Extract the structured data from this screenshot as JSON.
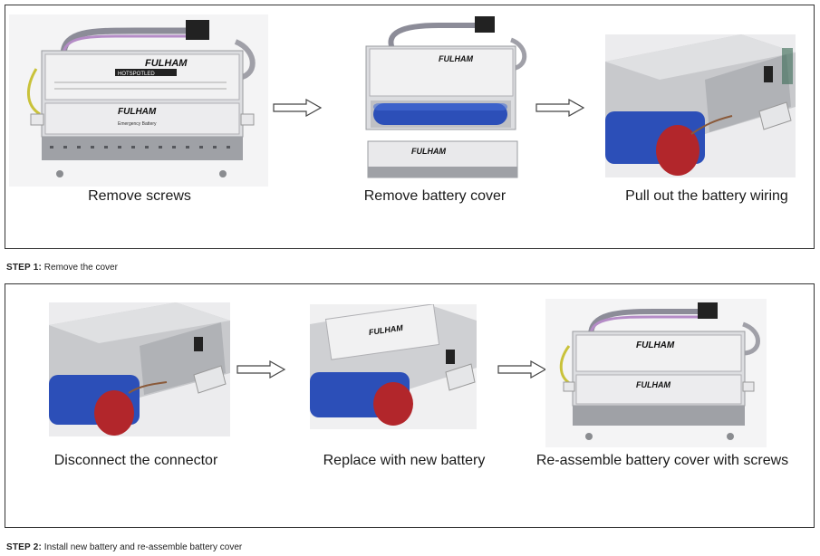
{
  "step1": {
    "caption_prefix": "STEP 1:",
    "caption_text": "Remove the cover",
    "items": [
      {
        "label": "Remove screws"
      },
      {
        "label": "Remove battery cover"
      },
      {
        "label": "Pull out the battery wiring"
      }
    ]
  },
  "step2": {
    "caption_prefix": "STEP 2:",
    "caption_text": "Install new battery and re-assemble battery cover",
    "items": [
      {
        "label": "Disconnect the connector"
      },
      {
        "label": "Replace with new battery"
      },
      {
        "label": "Re-assemble battery cover with screws"
      }
    ]
  },
  "device_branding": {
    "brand": "FULHAM",
    "sub_brand": "HOTSPOTLED",
    "battery_label": "Emergency Battery"
  },
  "colors": {
    "panel_border": "#333333",
    "device_body": "#d8d9db",
    "battery_blue": "#2c4fb8",
    "battery_cap": "#b2262b",
    "arrow_stroke": "#444444"
  }
}
